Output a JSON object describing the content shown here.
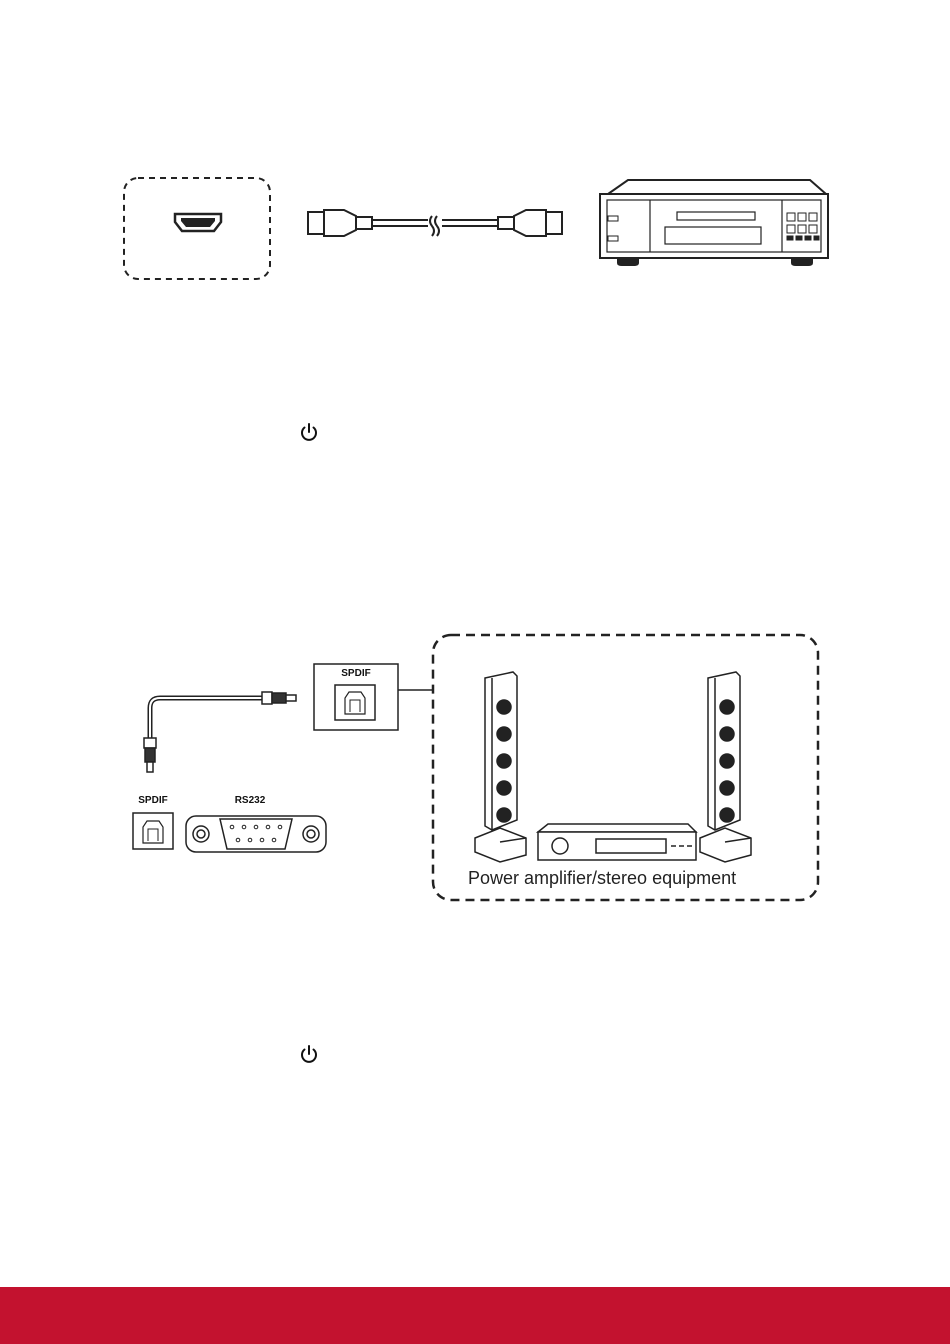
{
  "diagram_hdmi": {
    "port_icon": "hdmi-port-icon",
    "cable_icon": "hdmi-cable-icon",
    "device_icon": "dvd-player-icon"
  },
  "power_icons": [
    "power-icon",
    "power-icon"
  ],
  "diagram_spdif": {
    "spdif_port_label": "SPDIF",
    "panel_spdif_label": "SPDIF",
    "panel_rs232_label": "RS232",
    "equipment_caption": "Power amplifier/stereo equipment"
  },
  "footer": {
    "color": "#c3122f"
  }
}
